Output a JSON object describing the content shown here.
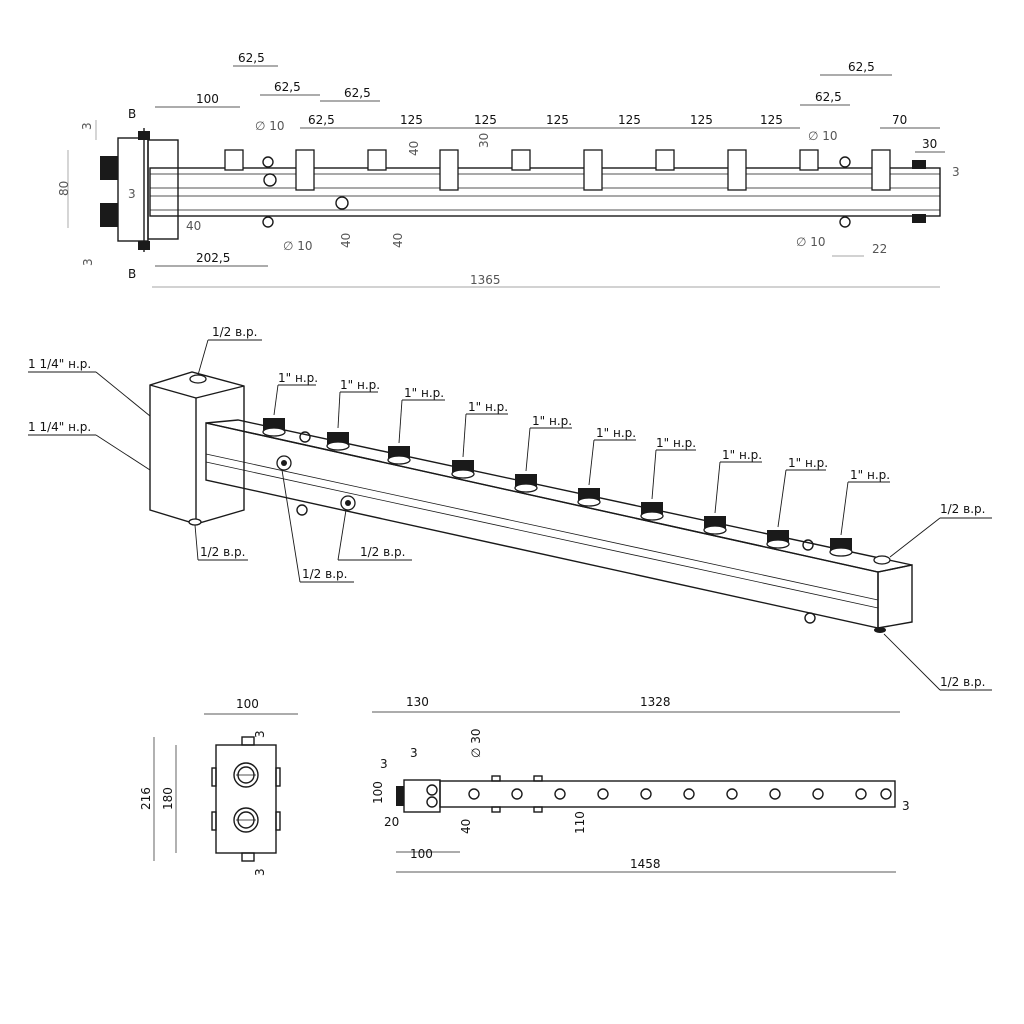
{
  "top_view": {
    "dims_top_row1": [
      "62,5",
      "62,5"
    ],
    "dims_top_row2": [
      "62,5",
      "62,5",
      "62,5"
    ],
    "dims_top_row3": [
      "100",
      "62,5",
      "125",
      "125",
      "125",
      "125",
      "125",
      "125",
      "70"
    ],
    "dim_30_right": "30",
    "dim_3_right": "3",
    "dim_3_left_top": "3",
    "dim_80": "80",
    "dim_3_left_bottom": "3",
    "dim_3_inner": "3",
    "dim_40_inner": "40",
    "dim_30_inner": "30",
    "dim_40_a": "40",
    "dim_40_b": "40",
    "dim_40_c": "40",
    "dim_202_5": "202,5",
    "dim_1365": "1365",
    "dim_22": "22",
    "dia_10": "∅ 10",
    "section_mark": "B"
  },
  "iso_view": {
    "left_labels": [
      "1 1/4\" н.р.",
      "1 1/4\" н.р."
    ],
    "top_half_inch": "1/2 в.р.",
    "bottom_half_inch": "1/2 в.р.",
    "side_half_inch_a": "1/2 в.р.",
    "side_half_inch_b": "1/2 в.р.",
    "right_half_inch_top": "1/2 в.р.",
    "right_half_inch_bottom": "1/2 в.р.",
    "outlet_label": "1\" н.р."
  },
  "side_view": {
    "dim_100": "100",
    "dim_3_top": "3",
    "dim_216": "216",
    "dim_180": "180",
    "dim_3_bottom": "3"
  },
  "plan_view": {
    "dim_130": "130",
    "dim_1328": "1328",
    "dim_3": "3",
    "dim_dia30": "∅ 30",
    "dim_3_left": "3",
    "dim_100_v": "100",
    "dim_20": "20",
    "dim_40": "40",
    "dim_110": "110",
    "dim_3_right": "3",
    "dim_100_h": "100",
    "dim_1458": "1458"
  }
}
